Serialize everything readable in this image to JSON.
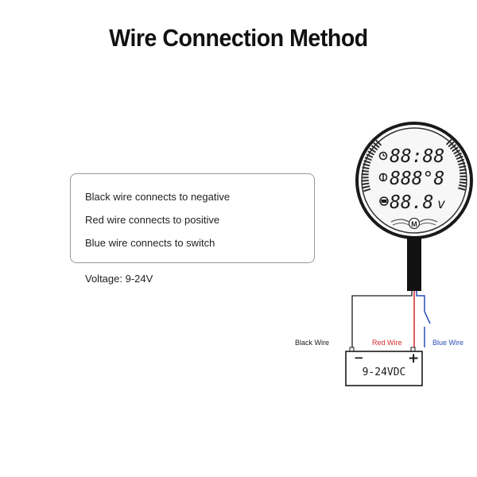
{
  "title": "Wire Connection Method",
  "instructions": [
    "Black wire connects to negative",
    "Red wire connects to positive",
    "Blue wire connects to switch"
  ],
  "voltage_note": "Voltage: 9-24V",
  "gauge": {
    "row1": "88:88",
    "row2": "888°8",
    "row3": "88.8",
    "row3_unit": "v",
    "logo_letter": "M"
  },
  "wires": {
    "black": {
      "label": "Black Wire",
      "color": "#1a1a1a"
    },
    "red": {
      "label": "Red Wire",
      "color": "#d32a2a"
    },
    "blue": {
      "label": "Blue Wire",
      "color": "#2a4fb5"
    }
  },
  "battery": {
    "label": "9-24VDC",
    "negative_symbol": "−",
    "positive_symbol": "+"
  }
}
